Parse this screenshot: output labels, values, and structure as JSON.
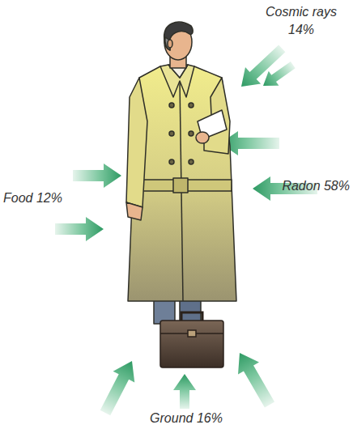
{
  "diagram": {
    "labels": [
      "Cosmic rays 14%",
      "Radon 58%",
      "Food 12%",
      "Ground 16%"
    ]
  }
}
